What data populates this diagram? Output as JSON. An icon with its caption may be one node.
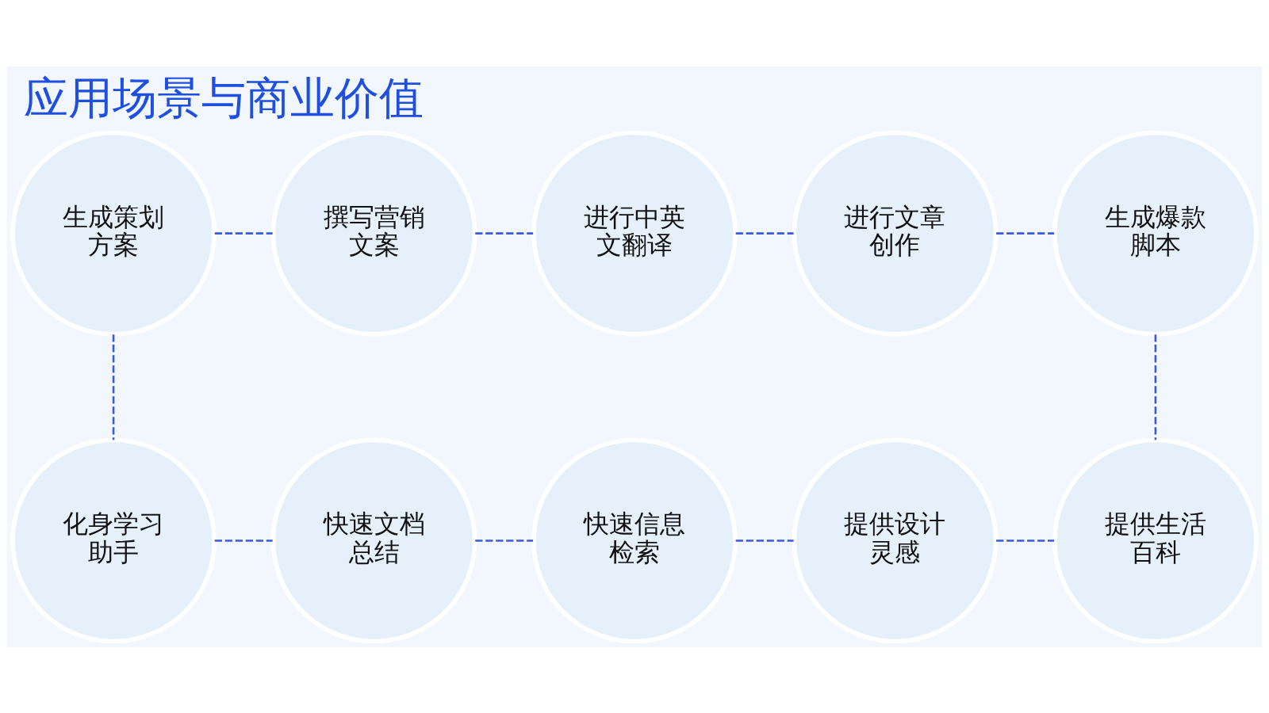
{
  "diagram": {
    "title": "应用场景与商业价值",
    "nodes": [
      {
        "text": [
          "生成策划方案"
        ]
      },
      {
        "text": [
          "撰写营销文案"
        ]
      },
      {
        "text": [
          "进行中英文翻译"
        ]
      },
      {
        "text": [
          "进行文章创作"
        ]
      },
      {
        "text": [
          "生成爆款脚本"
        ]
      },
      {
        "text": [
          "化身学习助手"
        ]
      },
      {
        "text": [
          "快速文档总结"
        ]
      },
      {
        "text": [
          "快速信息检索"
        ]
      },
      {
        "text": [
          "提供设计灵感"
        ]
      },
      {
        "text": [
          "提供生活百科"
        ]
      }
    ],
    "edges": [
      {
        "from": 0,
        "to": 1,
        "arrow": "none",
        "style": "dashed"
      },
      {
        "from": 1,
        "to": 2,
        "arrow": "none",
        "style": "dashed"
      },
      {
        "from": 2,
        "to": 3,
        "arrow": "none",
        "style": "dashed"
      },
      {
        "from": 3,
        "to": 4,
        "arrow": "none",
        "style": "dashed"
      },
      {
        "from": 4,
        "to": 9,
        "arrow": "none",
        "style": "dashed"
      },
      {
        "from": 0,
        "to": 5,
        "arrow": "none",
        "style": "dashed"
      },
      {
        "from": 5,
        "to": 6,
        "arrow": "none",
        "style": "dashed"
      },
      {
        "from": 6,
        "to": 7,
        "arrow": "none",
        "style": "dashed"
      },
      {
        "from": 7,
        "to": 8,
        "arrow": "none",
        "style": "dashed"
      },
      {
        "from": 8,
        "to": 9,
        "arrow": "none",
        "style": "dashed"
      }
    ]
  }
}
